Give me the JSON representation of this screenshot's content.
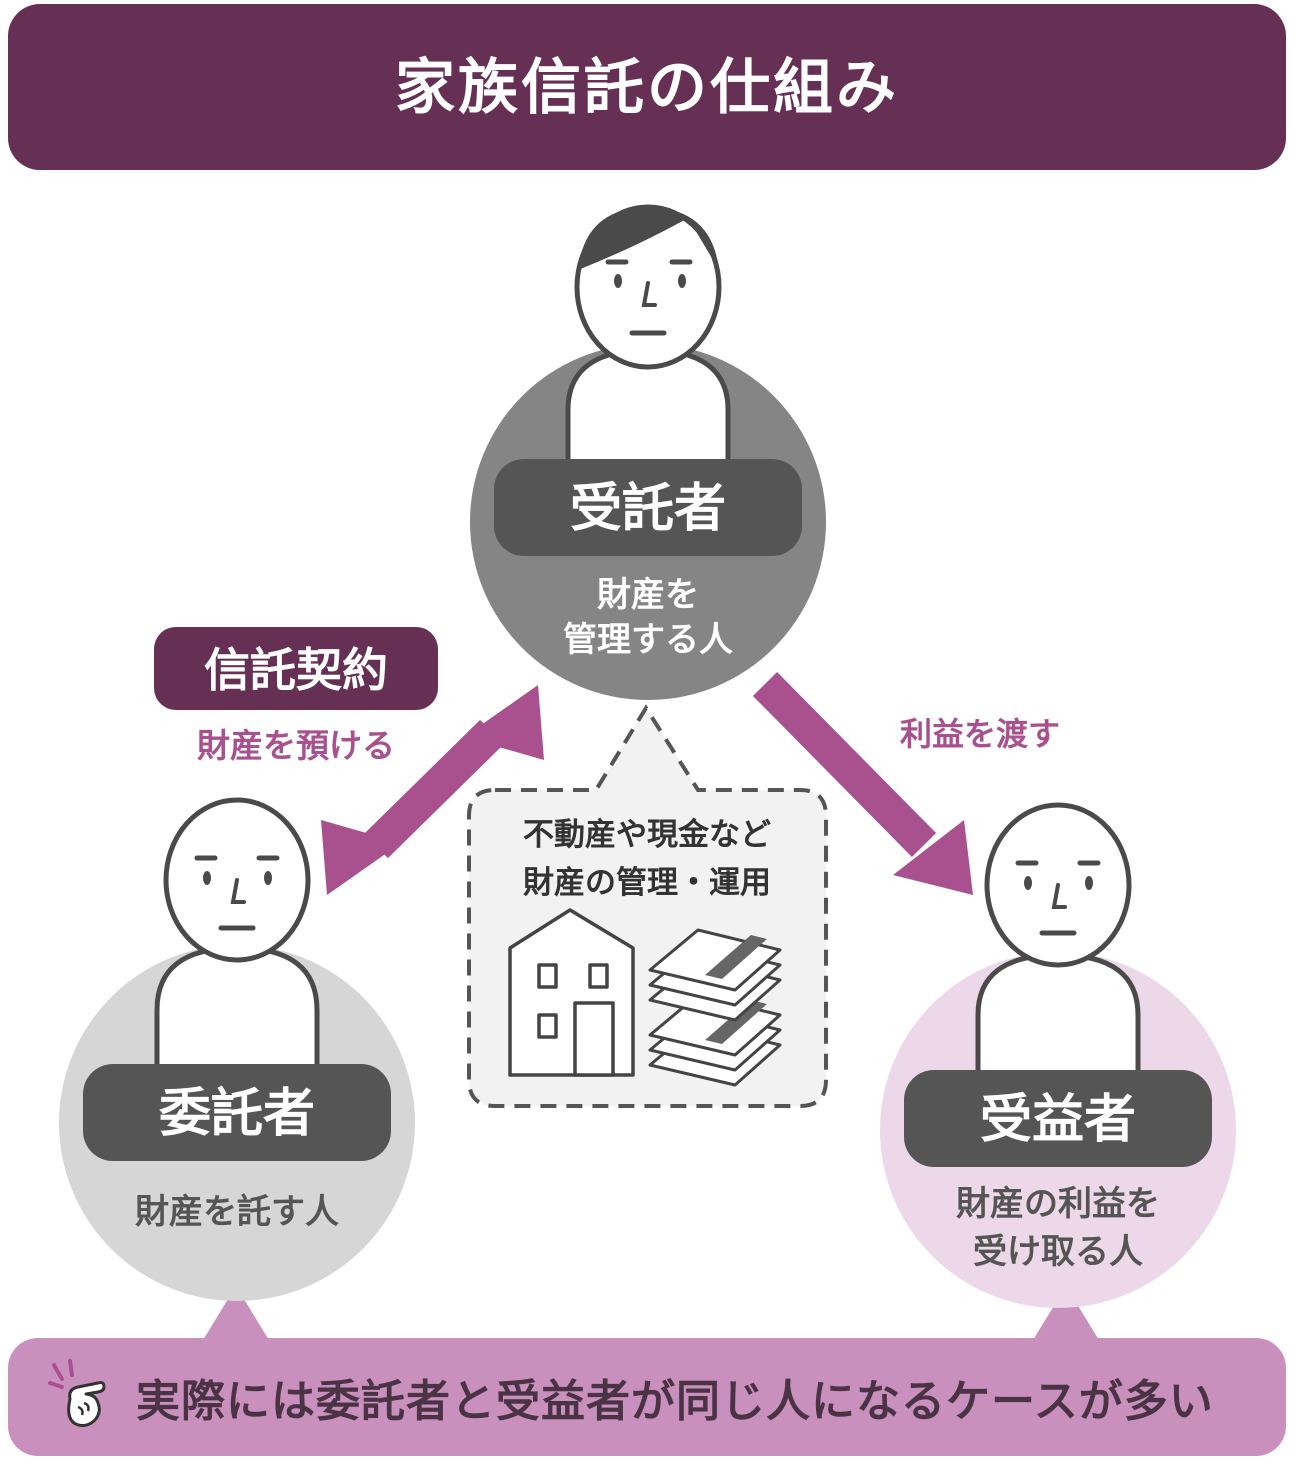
{
  "title": "家族信託の仕組み",
  "trustee": {
    "role": "受託者",
    "desc_line1": "財産を",
    "desc_line2": "管理する人",
    "circle_color": "#858585"
  },
  "settlor": {
    "role": "委託者",
    "desc": "財産を託す人",
    "circle_color": "#d6d6d6"
  },
  "beneficiary": {
    "role": "受益者",
    "desc_line1": "財産の利益を",
    "desc_line2": "受け取る人",
    "circle_color": "#ecd8e8"
  },
  "contract": {
    "badge": "信託契約",
    "caption": "財産を預ける"
  },
  "benefit_arrow": {
    "caption": "利益を渡す"
  },
  "assets": {
    "line1": "不動産や現金など",
    "line2": "財産の管理・運用",
    "house_icon": "house-icon",
    "money_icon": "cash-bundles-icon"
  },
  "note": {
    "text": "実際には委託者と受益者が同じ人になるケースが多い",
    "icon": "pointing-hand-icon"
  },
  "colors": {
    "title_bg": "#663055",
    "accent": "#a9508f",
    "role_label_bg": "#555555",
    "note_bg": "#c990be"
  }
}
